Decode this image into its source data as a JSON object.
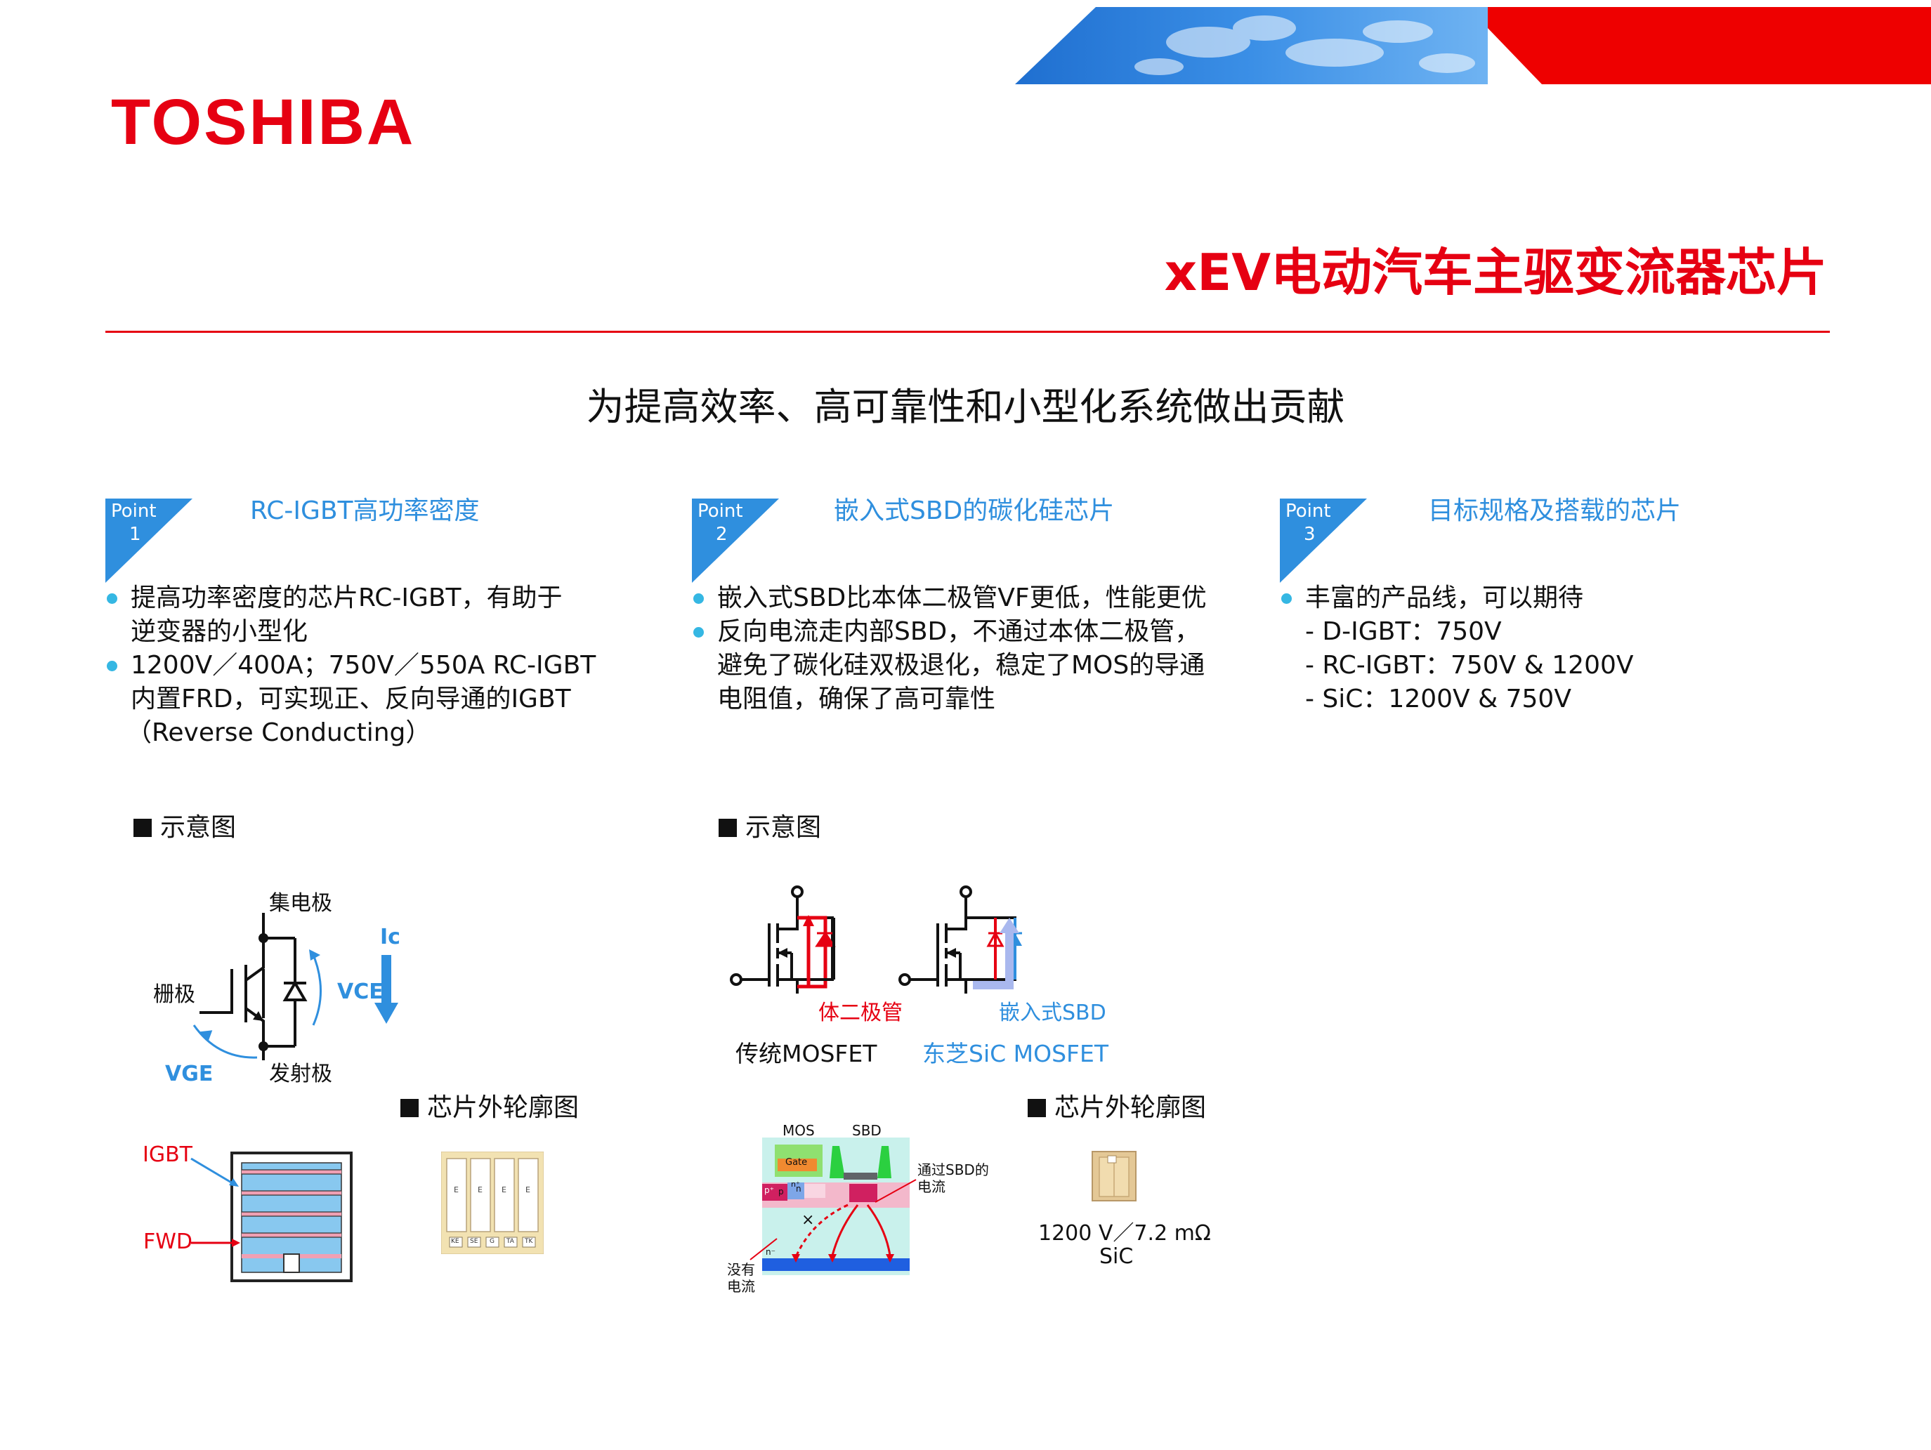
{
  "brand": {
    "logo": "TOSHIBA",
    "colors": {
      "red": "#e60012",
      "blue": "#2f8fde",
      "bullet": "#35b7e3"
    }
  },
  "header": {
    "title": "xEV电动汽车主驱变流器芯片",
    "subtitle": "为提高效率、高可靠性和小型化系统做出贡献"
  },
  "points": [
    {
      "badge": "Point",
      "num": "1",
      "title": "RC-IGBT高功率密度",
      "bullets": [
        [
          "提高功率密度的芯片RC-IGBT，有助于",
          "逆变器的小型化"
        ],
        [
          "1200V／400A；750V／550A RC-IGBT",
          "内置FRD，可实现正、反向导通的IGBT",
          "（Reverse Conducting）"
        ]
      ]
    },
    {
      "badge": "Point",
      "num": "2",
      "title": "嵌入式SBD的碳化硅芯片",
      "bullets": [
        [
          "嵌入式SBD比本体二极管VF更低，性能更优"
        ],
        [
          "反向电流走内部SBD，不通过本体二极管，",
          "避免了碳化硅双极退化，稳定了MOS的导通",
          "电阻值，确保了高可靠性"
        ]
      ]
    },
    {
      "badge": "Point",
      "num": "3",
      "title": "目标规格及搭载的芯片",
      "bullets": [
        [
          "丰富的产品线，可以期待"
        ]
      ],
      "dashes": [
        "- D-IGBT：750V",
        "- RC-IGBT：750V & 1200V",
        "- SiC：1200V & 750V"
      ]
    }
  ],
  "sections": {
    "schematic": "示意图",
    "outline": "芯片外轮廓图"
  },
  "igbt_diagram": {
    "collector": "集电极",
    "gate": "栅极",
    "emitter": "发射极",
    "vce": "VCE",
    "vge": "VGE",
    "ic": "Ic"
  },
  "igbt_chip": {
    "igbt": "IGBT",
    "fwd": "FWD"
  },
  "pad_chip": {
    "pads": [
      "KE",
      "SE",
      "G",
      "TA",
      "TK"
    ],
    "cells": [
      "E",
      "E",
      "E",
      "E"
    ]
  },
  "mosfet_diagram": {
    "body_diode": "体二极管",
    "conventional": "传统MOSFET",
    "embedded_sbd": "嵌入式SBD",
    "toshiba": "东芝SiC MOSFET"
  },
  "cross_section": {
    "mos": "MOS",
    "sbd": "SBD",
    "gate": "Gate",
    "p_plus": "p⁺",
    "p": "p",
    "n": "n",
    "n_minus": "n⁻",
    "n_plus": "n⁺",
    "via_sbd": [
      "通过SBD的",
      "电流"
    ],
    "no_current": [
      "没有",
      "电流"
    ]
  },
  "sic_chip": {
    "rating": "1200 V／7.2 mΩ",
    "type": "SiC"
  }
}
